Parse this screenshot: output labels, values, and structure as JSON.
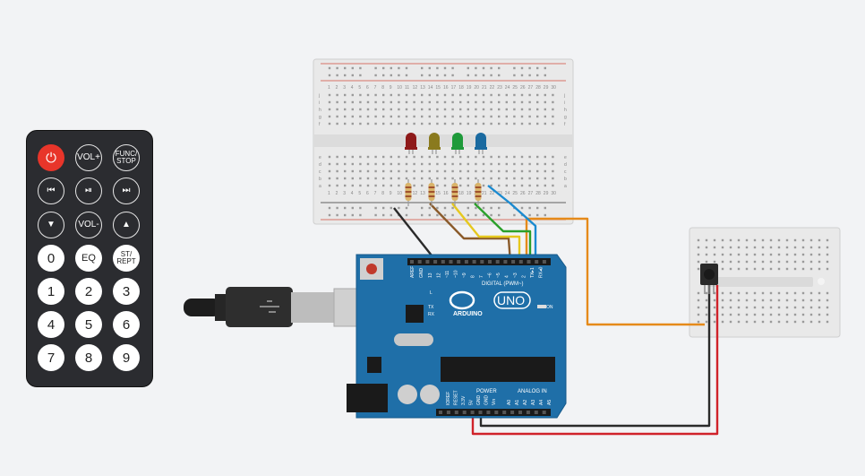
{
  "remote": {
    "buttons": [
      {
        "id": "power",
        "label": "⏻"
      },
      {
        "id": "vol-up",
        "label": "VOL+"
      },
      {
        "id": "func-stop",
        "label": "FUNC/\nSTOP"
      },
      {
        "id": "prev",
        "label": "⏮"
      },
      {
        "id": "play-pause",
        "label": "⏯"
      },
      {
        "id": "next",
        "label": "⏭"
      },
      {
        "id": "down",
        "label": "▼"
      },
      {
        "id": "vol-down",
        "label": "VOL-"
      },
      {
        "id": "up",
        "label": "▲"
      },
      {
        "id": "zero",
        "label": "0"
      },
      {
        "id": "eq",
        "label": "EQ"
      },
      {
        "id": "st-rept",
        "label": "ST/\nREPT"
      },
      {
        "id": "one",
        "label": "1"
      },
      {
        "id": "two",
        "label": "2"
      },
      {
        "id": "three",
        "label": "3"
      },
      {
        "id": "four",
        "label": "4"
      },
      {
        "id": "five",
        "label": "5"
      },
      {
        "id": "six",
        "label": "6"
      },
      {
        "id": "seven",
        "label": "7"
      },
      {
        "id": "eight",
        "label": "8"
      },
      {
        "id": "nine",
        "label": "9"
      }
    ]
  },
  "arduino": {
    "logo_text": "ARDUINO",
    "model": "UNO",
    "digital_label": "DIGITAL (PWM~)",
    "power_label": "POWER",
    "analog_label": "ANALOG IN",
    "on_label": "ON",
    "l_label": "L",
    "tx_label": "TX",
    "rx_label": "RX",
    "aref_label": "AREF",
    "gnd_label": "GND",
    "pin_labels": [
      "13",
      "12",
      "~11",
      "~10",
      "~9",
      "8",
      "7",
      "~6",
      "~5",
      "4",
      "~3",
      "2",
      "TX▸1",
      "RX◂0"
    ],
    "power_pins": [
      "IOREF",
      "RESET",
      "3.3V",
      "5V",
      "GND",
      "GND",
      "Vin"
    ],
    "analog_pins": [
      "A0",
      "A1",
      "A2",
      "A3",
      "A4",
      "A5"
    ]
  },
  "breadboard": {
    "row_letters_top": [
      "j",
      "i",
      "h",
      "g",
      "f"
    ],
    "row_letters_bottom": [
      "e",
      "d",
      "c",
      "b",
      "a"
    ],
    "column_numbers": [
      "1",
      "2",
      "3",
      "4",
      "5",
      "6",
      "7",
      "8",
      "9",
      "10",
      "11",
      "12",
      "13",
      "14",
      "15",
      "16",
      "17",
      "18",
      "19",
      "20",
      "21",
      "22",
      "23",
      "24",
      "25",
      "26",
      "27",
      "28",
      "29",
      "30"
    ]
  },
  "colors": {
    "led_red": "#8e1a1a",
    "led_yellow": "#8a7a1e",
    "led_green": "#1e9a3a",
    "led_blue": "#1a6aa0",
    "wire_orange": "#e58a1a",
    "wire_red": "#d0222a",
    "wire_black": "#2a2a2a",
    "wire_yellow": "#e6c81e",
    "wire_green": "#2aa02a",
    "wire_blue": "#1a8ad0",
    "wire_brown": "#8a5a2a",
    "board_blue": "#1f6fa8"
  }
}
